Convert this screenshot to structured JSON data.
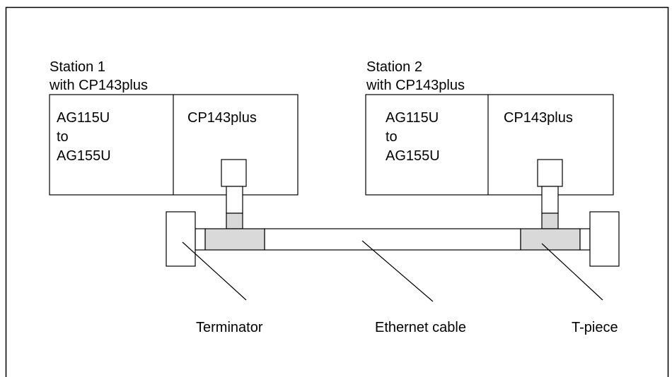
{
  "station1": {
    "caption_line1": "Station 1",
    "caption_line2": "with CP143plus",
    "plc_line1": "AG115U",
    "plc_line2": "to",
    "plc_line3": "AG155U",
    "cp_label": "CP143plus"
  },
  "station2": {
    "caption_line1": "Station 2",
    "caption_line2": "with CP143plus",
    "plc_line1": "AG115U",
    "plc_line2": "to",
    "plc_line3": "AG155U",
    "cp_label": "CP143plus"
  },
  "labels": {
    "terminator": "Terminator",
    "ethernet_cable": "Ethernet cable",
    "t_piece": "T-piece"
  },
  "colors": {
    "line": "#000000",
    "tpiece_fill": "#d9d9d9",
    "background": "#ffffff"
  }
}
